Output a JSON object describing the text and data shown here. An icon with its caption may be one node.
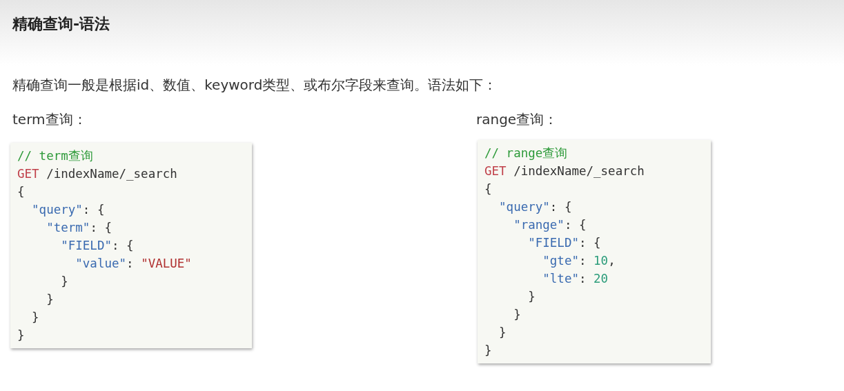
{
  "diagram": {
    "title": "精确查询-语法",
    "nodes": [
      {
        "text": [
          "// term查询",
          "GET /indexName/_search",
          "{",
          "  \"query\": {",
          "    \"term\": {",
          "      \"FIELD\": {",
          "        \"value\": \"VALUE\"",
          "      }",
          "    }",
          "  }",
          "}"
        ]
      },
      {
        "text": [
          "// range查询",
          "GET /indexName/_search",
          "{",
          "  \"query\": {",
          "    \"range\": {",
          "      \"FIELD\": {",
          "        \"gte\": 10,",
          "        \"lte\": 20",
          "      }",
          "    }",
          "  }",
          "}"
        ]
      }
    ],
    "labels": [
      "精确查询一般是根据id、数值、keyword类型、或布尔字段来查询。语法如下：",
      "term查询：",
      "range查询："
    ]
  }
}
